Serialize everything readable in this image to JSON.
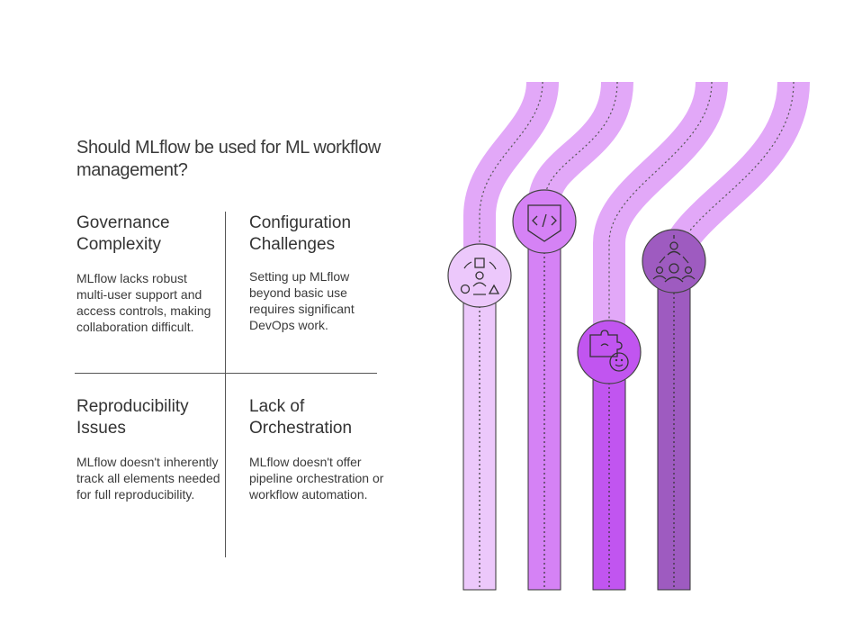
{
  "title": "Should MLflow be used for ML workflow management?",
  "quadrants": [
    {
      "heading": "Governance Complexity",
      "text": "MLflow lacks robust multi-user support and access controls, making collaboration difficult."
    },
    {
      "heading": "Configuration Challenges",
      "text": "Setting up MLflow beyond basic use requires significant DevOps work."
    },
    {
      "heading": "Reproducibility Issues",
      "text": "MLflow doesn't inherently track all elements needed for full reproducibility."
    },
    {
      "heading": "Lack of Orchestration",
      "text": "MLflow doesn't offer pipeline orchestration or workflow automation."
    }
  ],
  "icons": [
    "shapes-person-icon",
    "code-shield-icon",
    "puzzle-face-icon",
    "team-hierarchy-icon"
  ],
  "colors": {
    "band_light": "#e2a8f8",
    "track_1": "#ecc8fb",
    "track_2": "#d582f5",
    "track_3": "#c155f0",
    "track_4": "#9e5bc0",
    "outline": "#444444"
  }
}
